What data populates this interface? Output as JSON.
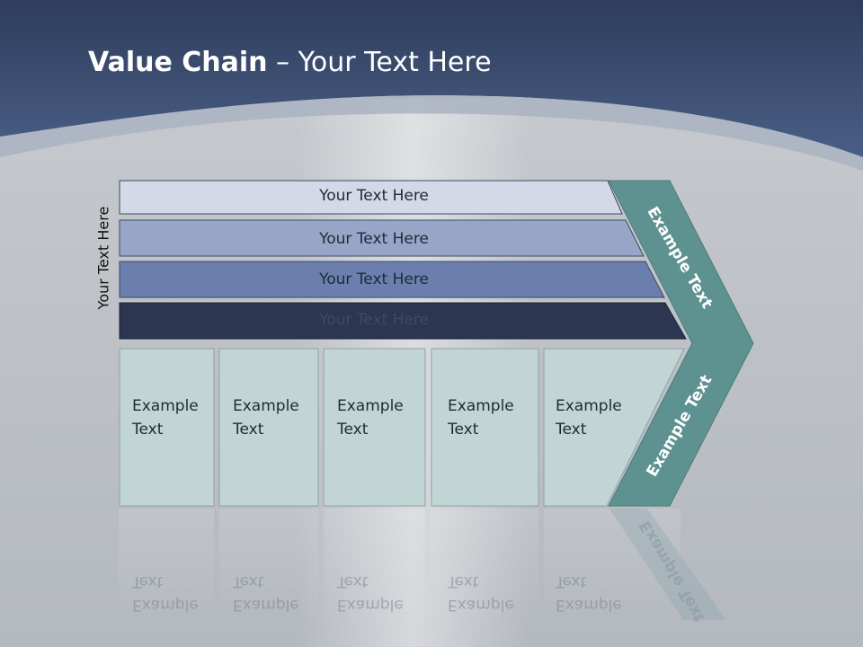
{
  "slide": {
    "title_bold": "Value Chain",
    "title_rest": " – Your Text Here",
    "side_label": "Your Text Here",
    "bars": [
      {
        "label": "Your Text Here"
      },
      {
        "label": "Your Text Here"
      },
      {
        "label": "Your Text Here"
      },
      {
        "label": "Your Text Here"
      }
    ],
    "boxes": [
      {
        "label": "Example\nText"
      },
      {
        "label": "Example\nText"
      },
      {
        "label": "Example\nText"
      },
      {
        "label": "Example\nText"
      },
      {
        "label": "Example\nText"
      }
    ],
    "arrow_top_label": "Example Text",
    "arrow_bottom_label": "Example Text"
  },
  "colors": {
    "header": "#3b4f73",
    "bar1": "#d3d9e6",
    "bar2": "#97a6c6",
    "bar3": "#6a7fad",
    "bar4": "#2c3651",
    "box": "#c1d6d4",
    "arrow": "#5e9291"
  }
}
